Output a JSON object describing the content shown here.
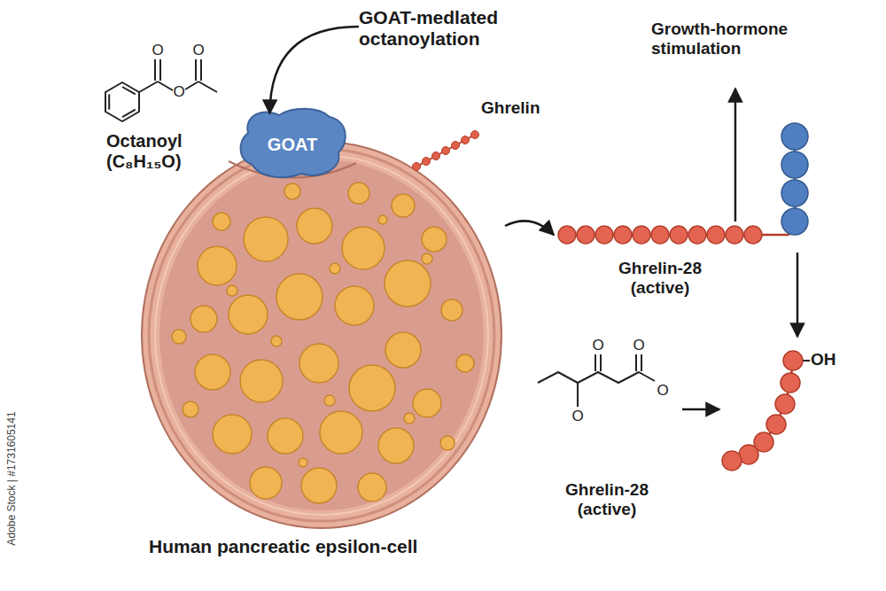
{
  "diagram": {
    "nodes": [
      {
        "text": [
          "GOAT-medlated octanoylation"
        ]
      },
      {
        "text": [
          "Octanoyl (C₈H₁₅O)"
        ]
      },
      {
        "text": [
          "Human pancreatic epsilon-cell"
        ]
      },
      {
        "text": [
          "GOAT"
        ],
        "in": 2
      },
      {
        "text": [
          "Growth-hormone stimulation"
        ]
      },
      {
        "text": [
          "Ghrelin-28 (active)"
        ]
      },
      {
        "text": [
          "Ghrelin-28 (active)"
        ]
      },
      {
        "text": [
          "OH"
        ]
      }
    ],
    "edges": [
      {
        "from": 0,
        "to": 3,
        "arrow": "to"
      },
      {
        "from": 2,
        "to": 5,
        "arrow": "to"
      },
      {
        "from": 5,
        "to": 4,
        "arrow": "to"
      },
      {
        "from": 6,
        "to": 7,
        "arrow": "to"
      }
    ],
    "labels": [
      "Ghrelin",
      "O",
      "O",
      "O",
      "O",
      "O",
      "O",
      "O",
      "Adobe Stock | #1731605141"
    ]
  }
}
